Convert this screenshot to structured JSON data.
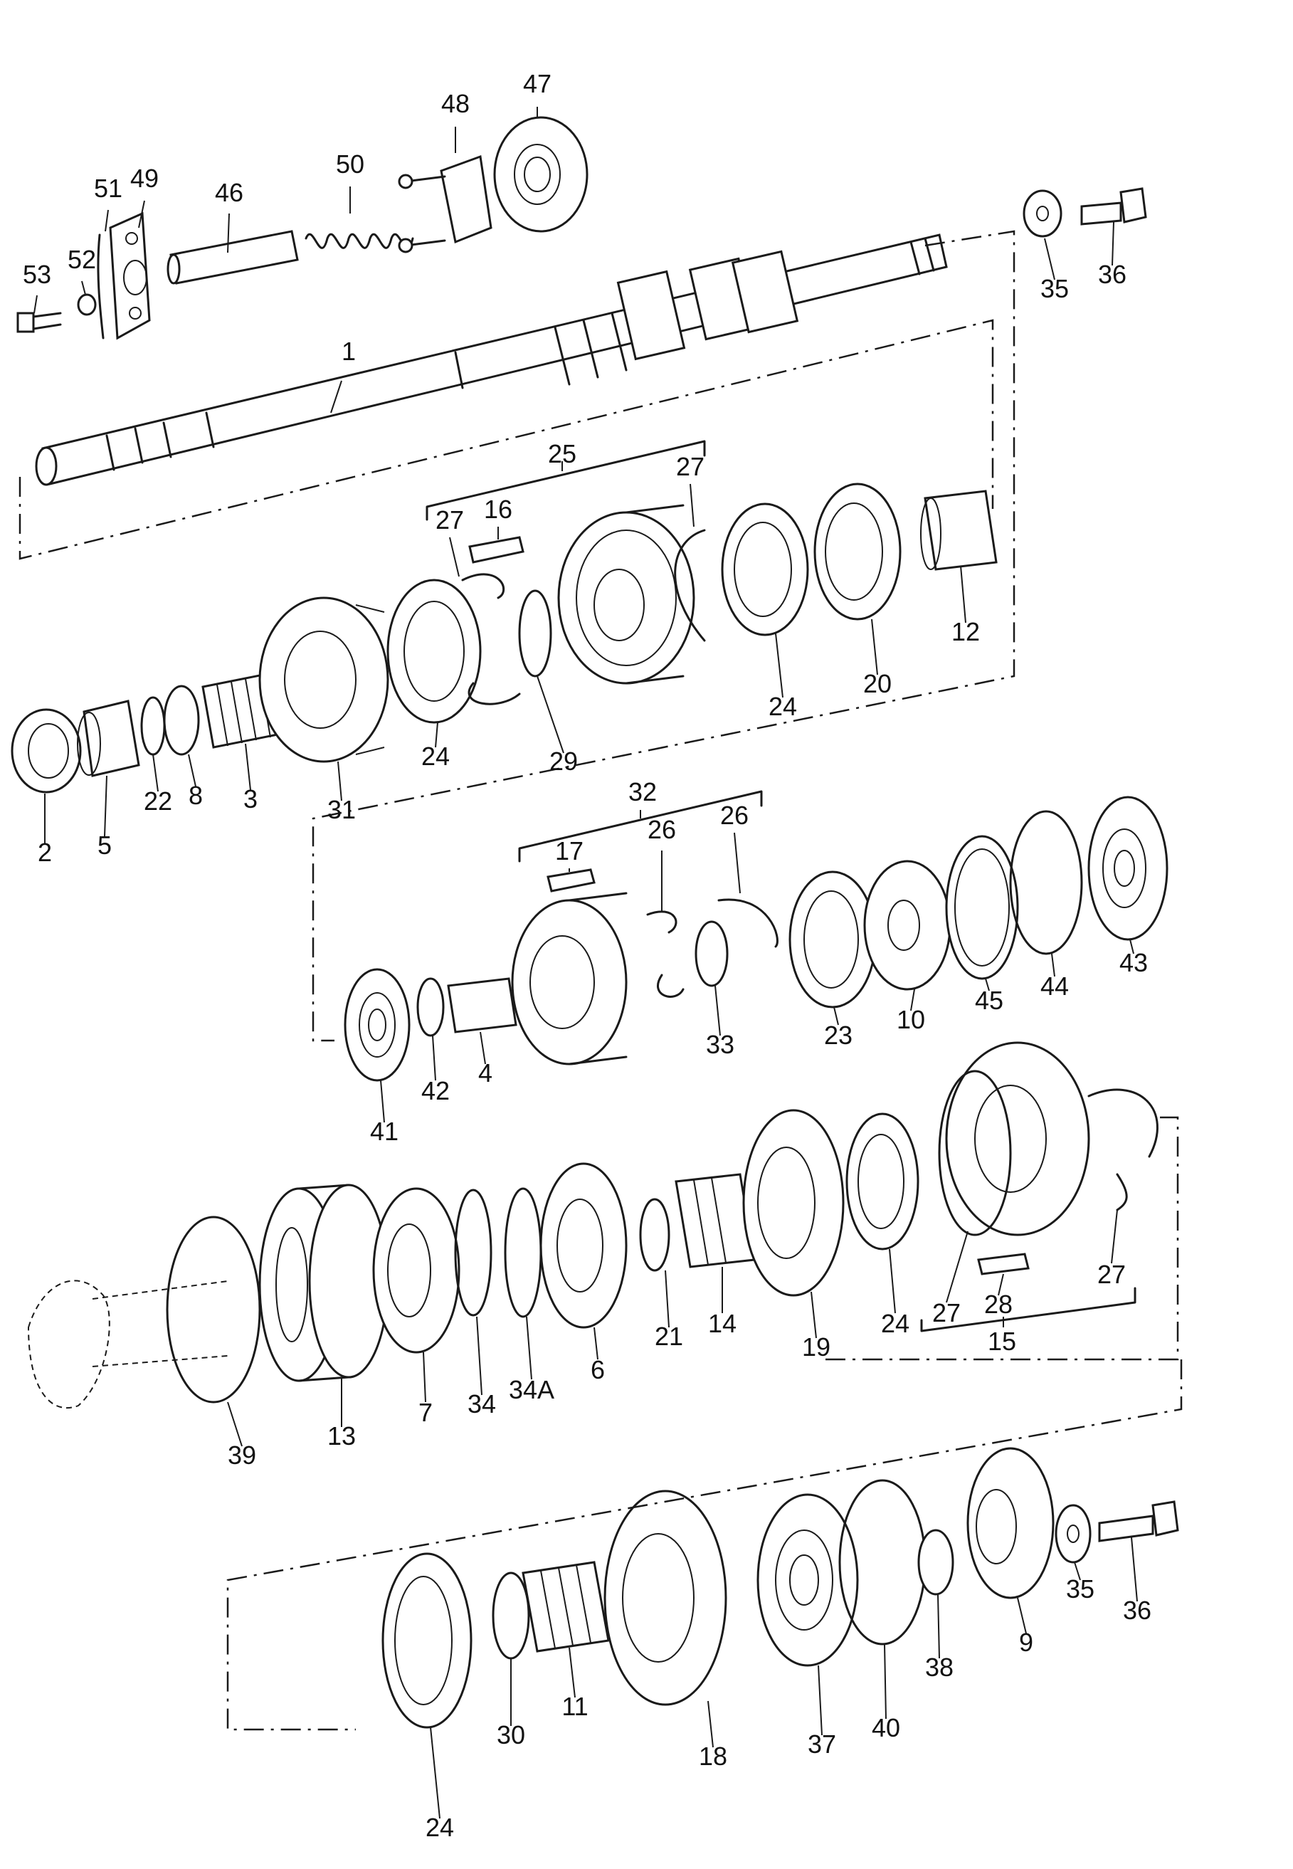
{
  "diagram": {
    "labels": [
      "1",
      "2",
      "3",
      "4",
      "5",
      "6",
      "7",
      "8",
      "9",
      "10",
      "11",
      "12",
      "13",
      "14",
      "15",
      "16",
      "17",
      "18",
      "19",
      "20",
      "21",
      "22",
      "23",
      "24",
      "24",
      "24",
      "24",
      "24",
      "25",
      "26",
      "26",
      "27",
      "27",
      "27",
      "27",
      "28",
      "29",
      "30",
      "31",
      "32",
      "33",
      "34",
      "34A",
      "35",
      "35",
      "36",
      "36",
      "37",
      "38",
      "39",
      "40",
      "41",
      "42",
      "43",
      "44",
      "45",
      "46",
      "47",
      "48",
      "49",
      "50",
      "51",
      "52",
      "53"
    ]
  }
}
